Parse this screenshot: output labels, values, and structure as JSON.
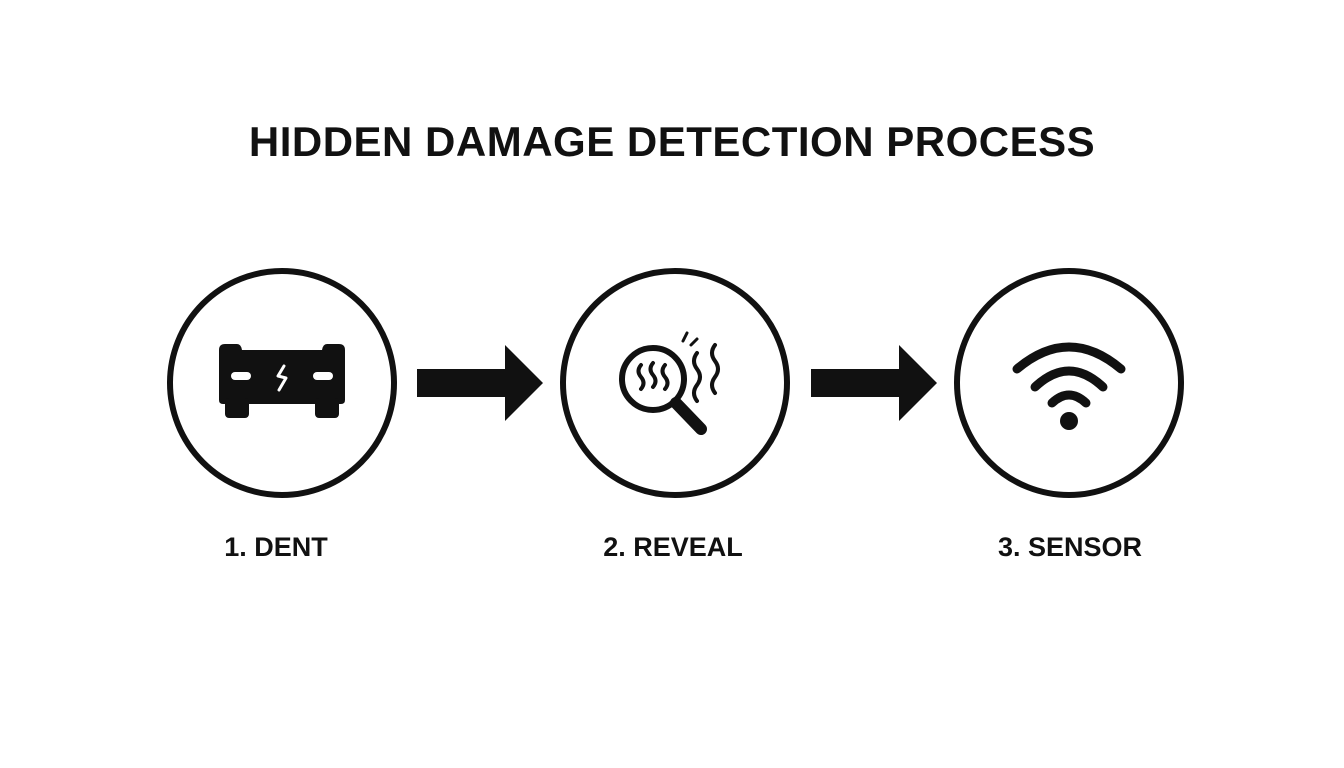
{
  "title": "HIDDEN DAMAGE DETECTION PROCESS",
  "steps": [
    {
      "label": "1. DENT",
      "icon": "car-front-dent-icon"
    },
    {
      "label": "2. REVEAL",
      "icon": "magnifier-heat-icon"
    },
    {
      "label": "3. SENSOR",
      "icon": "wireless-sensor-icon"
    }
  ],
  "colors": {
    "foreground": "#111111",
    "background": "#ffffff"
  }
}
